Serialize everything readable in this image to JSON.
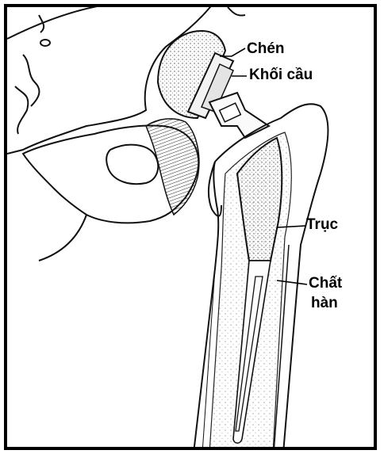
{
  "diagram": {
    "labels": {
      "cup": "Chén",
      "ball": "Khối cầu",
      "stem": "Trục",
      "cement_line1": "Chất",
      "cement_line2": "hàn"
    }
  },
  "colors": {
    "border": "#000000",
    "ink": "#111111",
    "paper": "#ffffff",
    "stipple": "#bdbdbd"
  }
}
